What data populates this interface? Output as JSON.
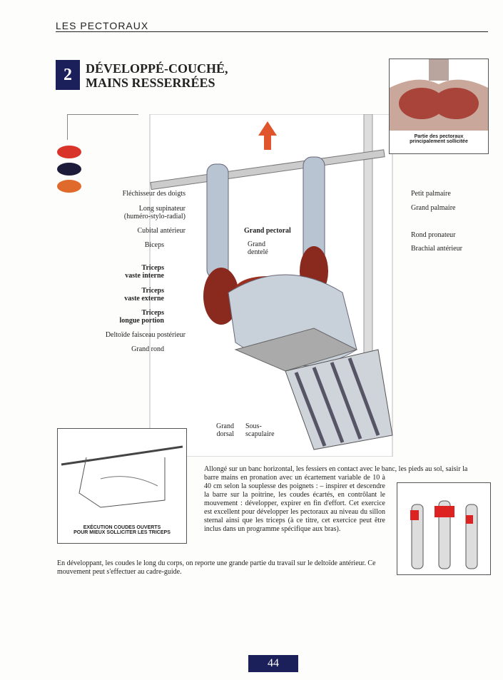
{
  "header": {
    "section": "LES PECTORAUX"
  },
  "exercise": {
    "number": "2",
    "title_line1": "DÉVELOPPÉ-COUCHÉ,",
    "title_line2": "MAINS RESSERRÉES"
  },
  "inset_top": {
    "caption_line1": "Partie des pectoraux",
    "caption_line2": "principalement sollicitée"
  },
  "labels_left": [
    "Fléchisseur des doigts",
    "Long supinateur",
    "(huméro-stylo-radial)",
    "Cubital antérieur",
    "Biceps",
    "Triceps",
    "vaste interne",
    "Triceps",
    "vaste externe",
    "Triceps",
    "longue portion",
    "Deltoïde faisceau postérieur",
    "Grand rond"
  ],
  "labels_center": {
    "grand_pectoral": "Grand pectoral",
    "grand_dentele_1": "Grand",
    "grand_dentele_2": "dentelé",
    "grand_dorsal_1": "Grand",
    "grand_dorsal_2": "dorsal",
    "sous_scap_1": "Sous-",
    "sous_scap_2": "scapulaire"
  },
  "labels_right": [
    "Petit palmaire",
    "Grand palmaire",
    "Rond pronateur",
    "Brachial antérieur"
  ],
  "inset_bottom": {
    "caption_line1": "EXÉCUTION COUDES OUVERTS",
    "caption_line2": "POUR MIEUX SOLLICITER LES TRICEPS"
  },
  "text": {
    "p1": "Allongé sur un banc horizontal, les fessiers en contact avec le banc, les pieds au sol, saisir la",
    "p2": "barre mains en pronation avec un écartement variable de 10 à 40 cm selon la souplesse des poignets : – inspirer et descendre la barre sur la poitrine, les coudes écartés, en contrôlant le mouvement : développer, expirer en fin d'effort. Cet exercice est excellent pour développer les pectoraux au niveau du sillon sternal ainsi que les triceps (à ce titre, cet exercice peut être inclus dans un programme spécifique aux bras).",
    "p3": "En développant, les coudes le long du corps, on reporte une grande partie du travail sur le deltoïde antérieur. Ce mouvement peut s'effectuer au cadre-guide."
  },
  "footer": {
    "page_number": "44"
  },
  "colors": {
    "navy": "#1b1f5a",
    "red": "#d8342a",
    "dark": "#1c1c3a",
    "orange": "#e0692c"
  }
}
